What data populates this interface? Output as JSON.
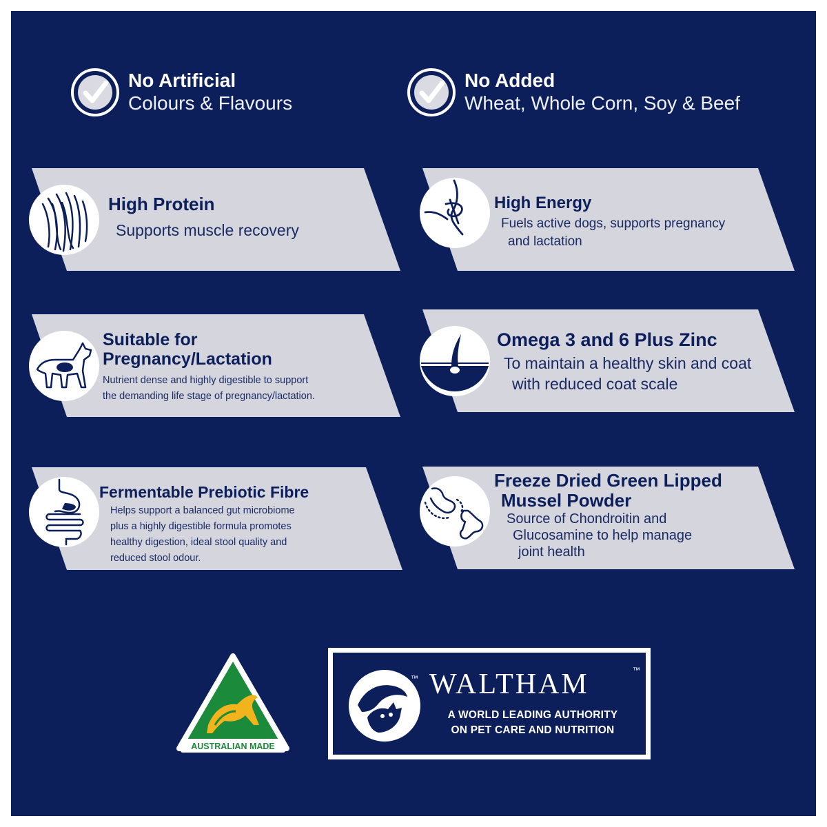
{
  "claims": [
    {
      "bold": "No Artificial",
      "text": "Colours & Flavours"
    },
    {
      "bold": "No Added",
      "text": "Wheat, Whole Corn, Soy & Beef"
    }
  ],
  "features": [
    {
      "title": "High Protein",
      "desc": "Supports muscle recovery",
      "icon": "muscle-fibre-icon"
    },
    {
      "title": "High Energy",
      "desc_lines": [
        "Fuels active dogs, supports pregnancy",
        "and lactation"
      ],
      "icon": "energy-joint-icon"
    },
    {
      "title_lines": [
        "Suitable for",
        "Pregnancy/Lactation"
      ],
      "desc_lines": [
        "Nutrient dense and highly digestible to support",
        "the demanding life stage of pregnancy/lactation."
      ],
      "icon": "pregnant-dog-icon"
    },
    {
      "title": "Omega 3 and 6 Plus Zinc",
      "desc_lines": [
        "To maintain a healthy skin and coat",
        "with reduced coat scale"
      ],
      "icon": "skin-hair-icon"
    },
    {
      "title": "Fermentable Prebiotic Fibre",
      "desc_lines": [
        "Helps support a balanced gut microbiome",
        "plus a highly digestible formula promotes",
        "healthy digestion, ideal stool quality and",
        "reduced stool odour."
      ],
      "icon": "digestive-system-icon"
    },
    {
      "title_lines": [
        "Freeze Dried Green Lipped",
        "Mussel Powder"
      ],
      "desc_lines": [
        "Source of Chondroitin and",
        "Glucosamine to help manage",
        "joint health"
      ],
      "icon": "joint-icon"
    }
  ],
  "badges": {
    "australian_made": "AUSTRALIAN MADE",
    "waltham_tm": "™",
    "waltham_name": "WALTHAM",
    "waltham_tag1": "A WORLD LEADING AUTHORITY",
    "waltham_tag2": "ON PET CARE AND NUTRITION"
  },
  "colors": {
    "navy": "#0d1f5b",
    "card_grey": "#d4d5dd",
    "white": "#ffffff",
    "am_green": "#1b8a3a",
    "am_gold": "#f2b41c"
  }
}
